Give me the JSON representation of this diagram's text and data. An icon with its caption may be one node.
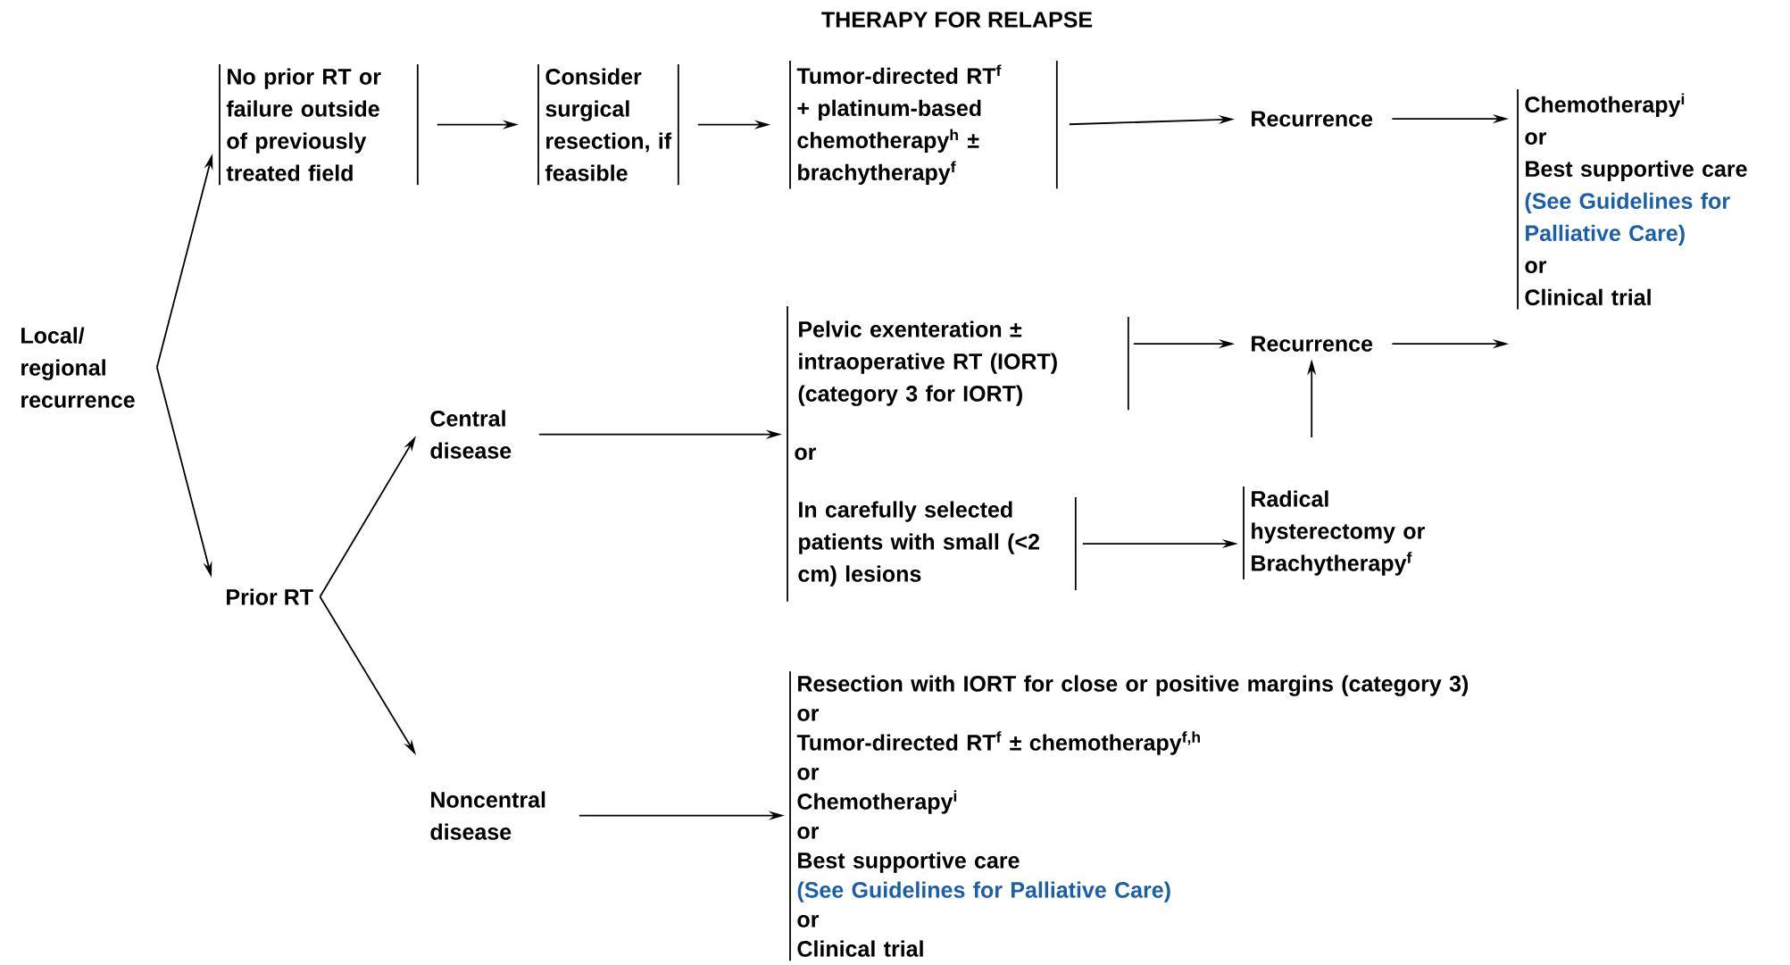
{
  "diagram": {
    "title": "THERAPY FOR RELAPSE",
    "nodes": [
      {
        "text": [
          "Local/ regional recurrence"
        ]
      },
      {
        "text": [
          "No prior RT or failure outside of previously treated field"
        ]
      },
      {
        "text": [
          "Consider surgical resection, if feasible"
        ]
      },
      {
        "text": [
          "Tumor-directed RT$^{f}$ + platinum-based chemotherapy$^{h}$ ± brachytherapy$^{f}$"
        ]
      },
      {
        "text": [
          "Recurrence"
        ]
      },
      {
        "text": [
          "Chemotherapy$^{i}$",
          "or",
          "Best supportive care",
          "(See Guidelines for Palliative Care)",
          "or",
          "Clinical trial"
        ]
      },
      {
        "text": [
          "Prior RT"
        ]
      },
      {
        "text": [
          "Central disease"
        ]
      },
      {
        "text": [
          "or"
        ]
      },
      {
        "text": [
          "Pelvic exenteration ± intraoperative RT (IORT) (category 3 for IORT)"
        ]
      },
      {
        "text": [
          "In carefully selected patients with small (<2 cm) lesions"
        ]
      },
      {
        "text": [
          "Recurrence"
        ]
      },
      {
        "text": [
          "Radical hysterectomy or Brachytherapy$^{f}$"
        ]
      },
      {
        "text": [
          "Noncentral disease"
        ]
      },
      {
        "text": [
          "Resection with IORT for close or positive margins (category 3)",
          "or",
          "Tumor-directed RT$^{f}$ ± chemotherapy$^{f,h}$",
          "or",
          "Chemotherapy$^{i}$",
          "or",
          "Best supportive care",
          "(See Guidelines for Palliative Care)",
          "or",
          "Clinical trial"
        ]
      }
    ],
    "edges": [
      {
        "from": 0,
        "to": 1,
        "arrow": "to"
      },
      {
        "from": 0,
        "to": 6,
        "arrow": "to"
      },
      {
        "from": 1,
        "to": 2,
        "arrow": "to"
      },
      {
        "from": 2,
        "to": 3,
        "arrow": "to"
      },
      {
        "from": 3,
        "to": 4,
        "arrow": "to"
      },
      {
        "from": 4,
        "to": 5,
        "arrow": "to"
      },
      {
        "from": 6,
        "to": 7,
        "arrow": "to"
      },
      {
        "from": 6,
        "to": 13,
        "arrow": "to"
      },
      {
        "from": 7,
        "to": 8,
        "arrow": "to"
      },
      {
        "from": 9,
        "to": 11,
        "arrow": "to"
      },
      {
        "from": 12,
        "to": 11,
        "arrow": "to"
      },
      {
        "from": 11,
        "to": 5,
        "arrow": "to"
      },
      {
        "from": 10,
        "to": 12,
        "arrow": "to"
      },
      {
        "from": 13,
        "to": 14,
        "arrow": "to"
      }
    ]
  }
}
